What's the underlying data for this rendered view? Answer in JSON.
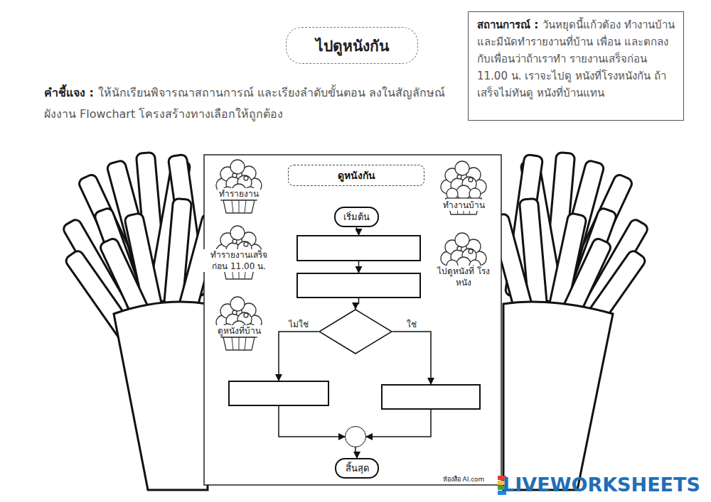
{
  "diagram": {
    "title": "ไปดูหนังกัน",
    "nodes": [
      {
        "text": [
          "สถานการณ์ :",
          "วันหยุดนี้แก้วต้อง ทำงานบ้าน และมีนัดทำรายงานที่บ้าน เพื่อน และตกลงกับเพื่อนว่าถ้าเราทำ รายงานเสร็จก่อน 11.00 น. เราจะไปดู หนังที่โรงหนังกัน ถ้าเสร็จไม่ทันดู หนังที่บ้านแทน"
        ]
      },
      {
        "text": [
          "ดูหนังกัน"
        ]
      },
      {
        "text": [
          "เริ่มต้น"
        ]
      },
      {
        "text": []
      },
      {
        "text": []
      },
      {
        "text": []
      },
      {
        "text": []
      },
      {
        "text": []
      },
      {
        "text": []
      },
      {
        "text": [
          "สิ้นสุด"
        ]
      }
    ],
    "edges": [
      {
        "from": 2,
        "to": 3,
        "arrow": "to"
      },
      {
        "from": 3,
        "to": 4,
        "arrow": "to"
      },
      {
        "from": 4,
        "to": 5,
        "arrow": "to"
      },
      {
        "from": 5,
        "to": 6,
        "label": "ไม่ใช่",
        "arrow": "to"
      },
      {
        "from": 5,
        "to": 7,
        "label": "ใช่",
        "arrow": "to"
      },
      {
        "from": 6,
        "to": 8,
        "arrow": "to"
      },
      {
        "from": 7,
        "to": 8,
        "arrow": "to"
      },
      {
        "from": 8,
        "to": 9,
        "arrow": "to"
      }
    ],
    "labels": [
      "คำชี้แจง :",
      "ให้นักเรียนพิจารณาสถานการณ์ และเรียงลำดับขั้นตอน ลงในสัญลักษณ์ผังงาน Flowchart โครงสร้างทางเลือกให้ถูกต้อง",
      "ทำรายงาน",
      "ทำรายงานเสร็จ ก่อน 11.00 น.",
      "ดูหนังที่บ้าน",
      "ทำงานบ้าน",
      "ไปดูหนังที่ โรงหนัง",
      "ห้องสื่อ AI.com",
      "LIVEWORKSHEETS"
    ]
  }
}
